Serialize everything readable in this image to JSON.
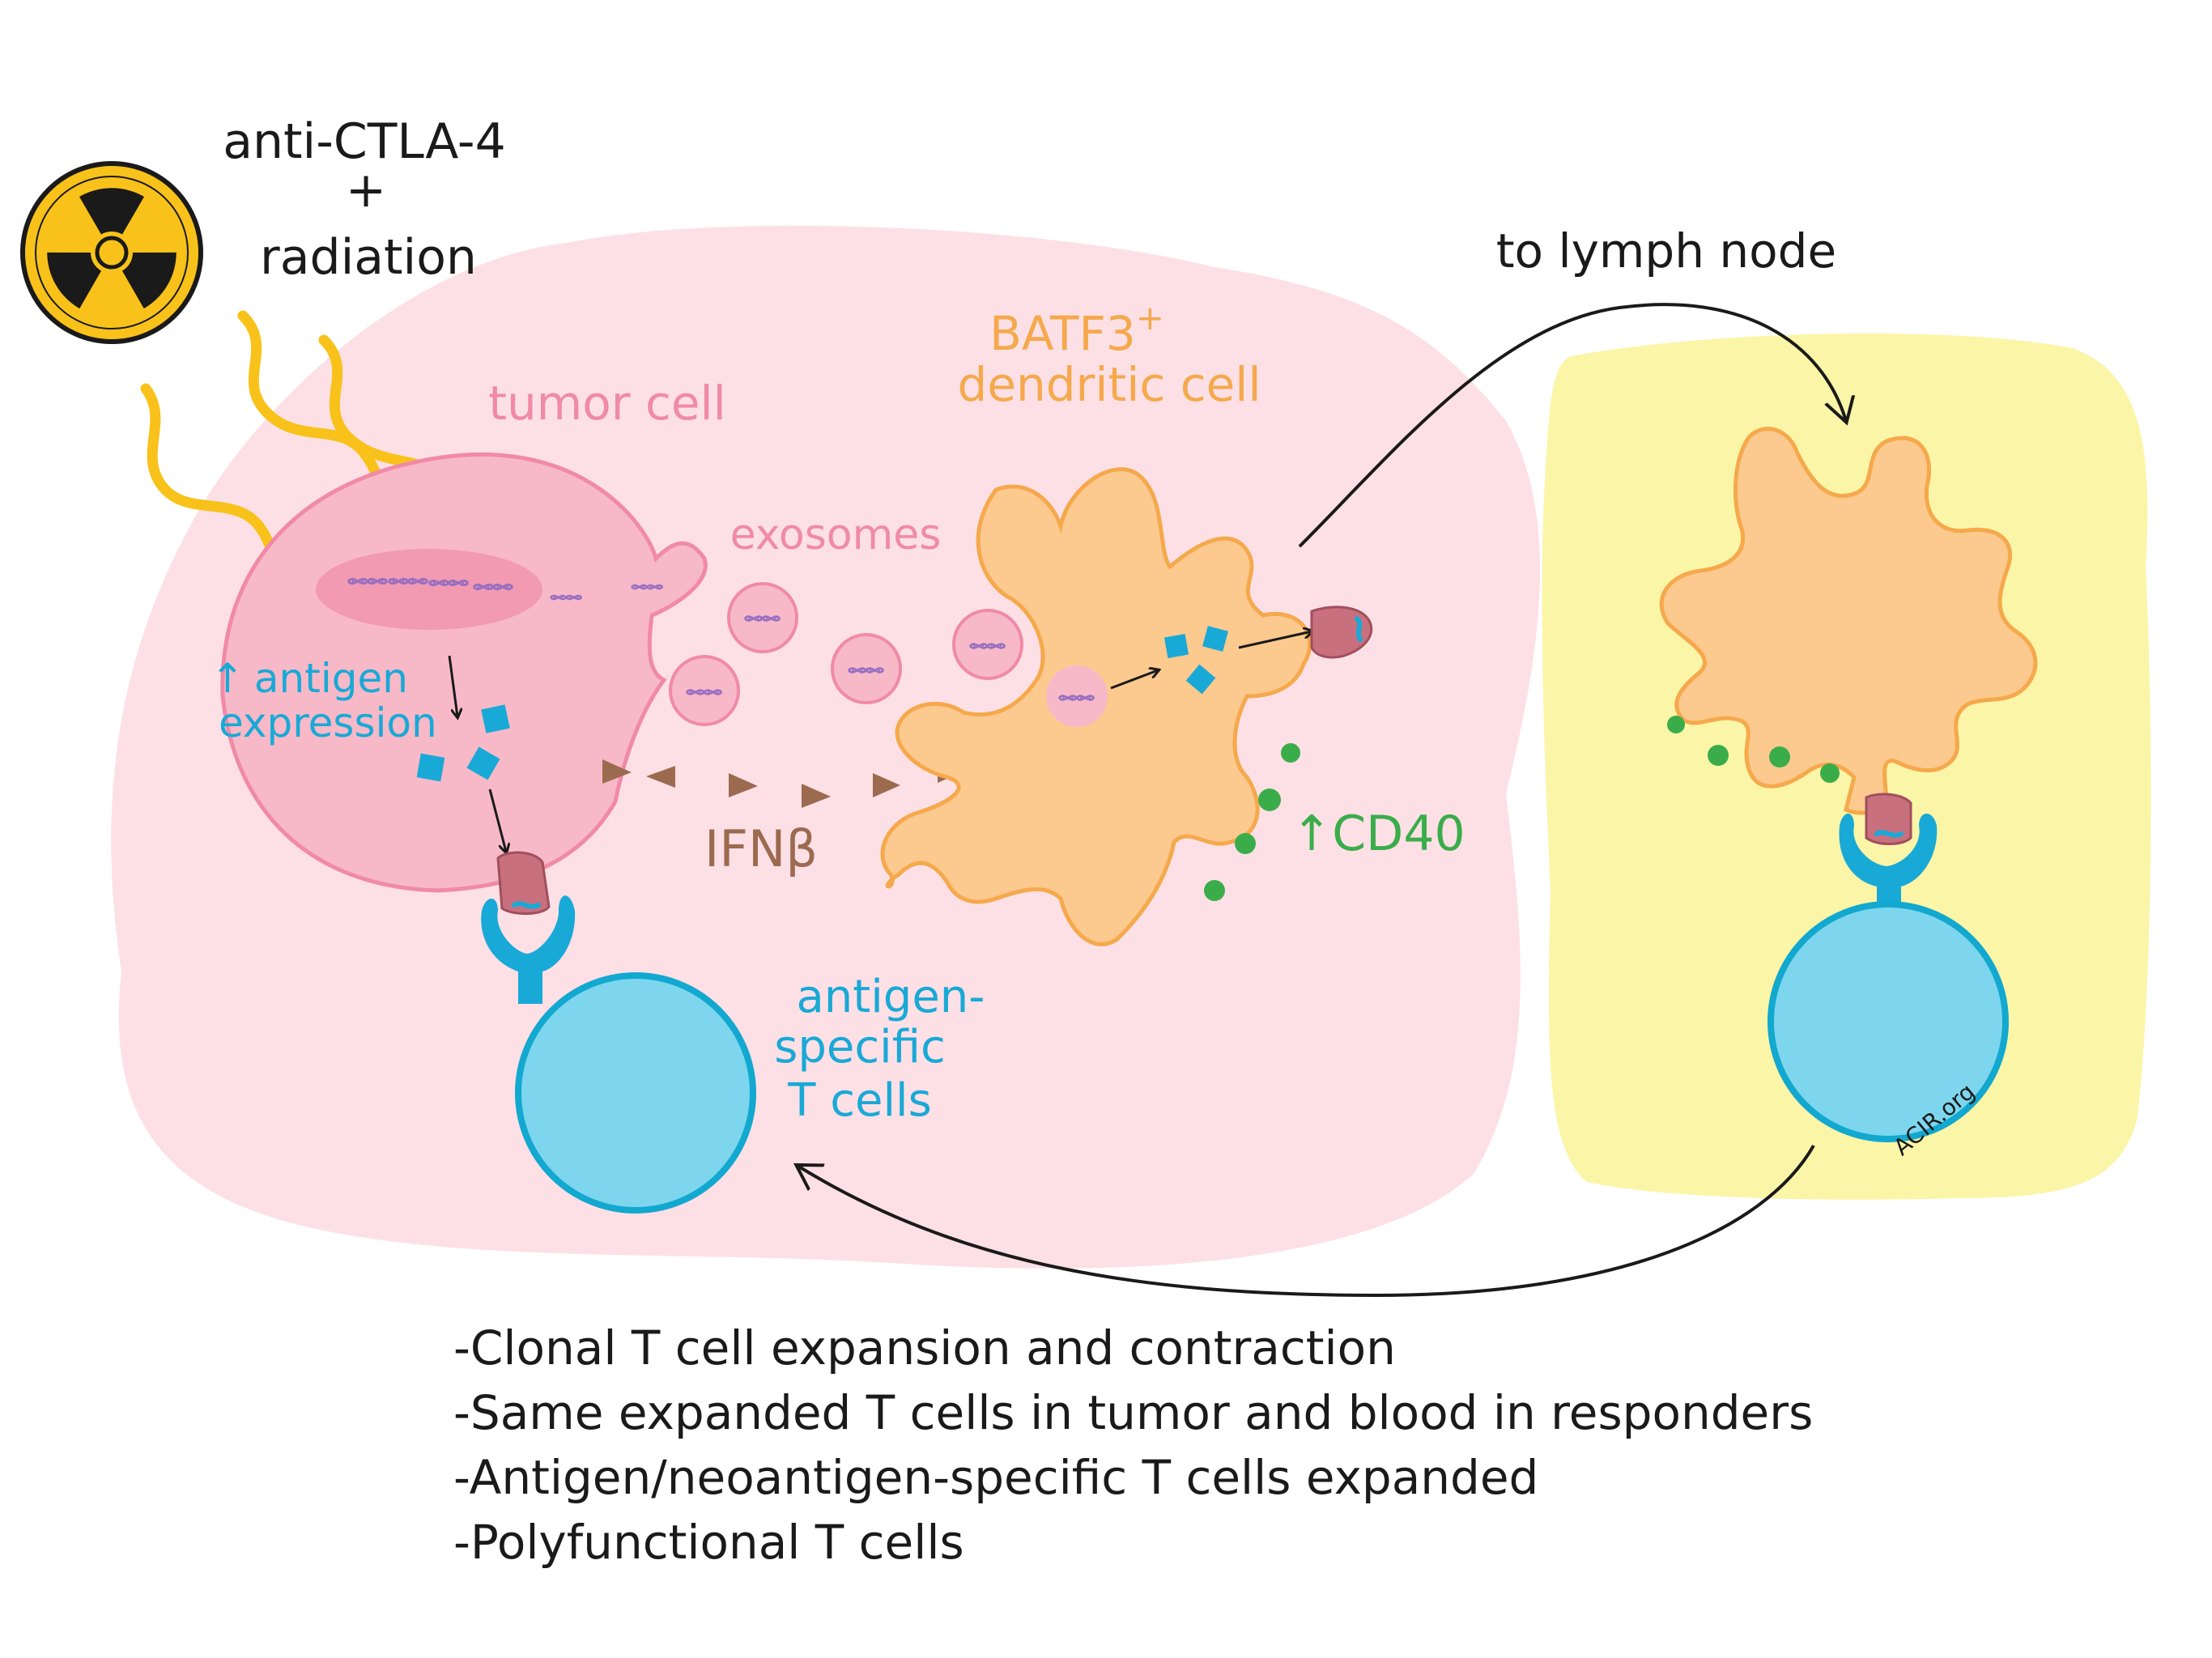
{
  "treatment": {
    "line1": "anti-CTLA-4",
    "plus": "+",
    "line2": "radiation",
    "icon": "radiation-hazard-icon"
  },
  "labels": {
    "tumor_cell": "tumor cell",
    "exosomes": "exosomes",
    "dc_line1": "BATF3",
    "dc_sup": "+",
    "dc_line2": "dendritic cell",
    "antigen_expr_arrow": "↑",
    "antigen_expr_line1": "antigen",
    "antigen_expr_line2": "expression",
    "ifnb": "IFNβ",
    "cd40": "↑CD40",
    "t_cells_line1": "antigen-",
    "t_cells_line2": "specific",
    "t_cells_line3": "T cells",
    "to_lymph_node": "to lymph node",
    "watermark": "ACIR.org"
  },
  "notes": [
    "-Clonal T cell expansion and contraction",
    "-Same expanded T cells in tumor and blood in responders",
    "-Antigen/neoantigen-specific T cells expanded",
    "-Polyfunctional T cells"
  ],
  "colors": {
    "tumor_bg": "#fde0e6",
    "lymph_bg": "#fbf5a8",
    "tumor_cell": "#f7b9c8",
    "tumor_outline": "#f08aa7",
    "dc_fill": "#fcc98f",
    "dc_outline": "#f5a94c",
    "t_cell": "#7dd6ee",
    "t_cell_outline": "#12a8cf",
    "antigen": "#19a9d6",
    "ifnb": "#9c6a4f",
    "cd40": "#3aad4a",
    "radiation_wave": "#f8c21a",
    "dna": "#9a6fc0",
    "tcr_mhc": "#c9707f"
  }
}
